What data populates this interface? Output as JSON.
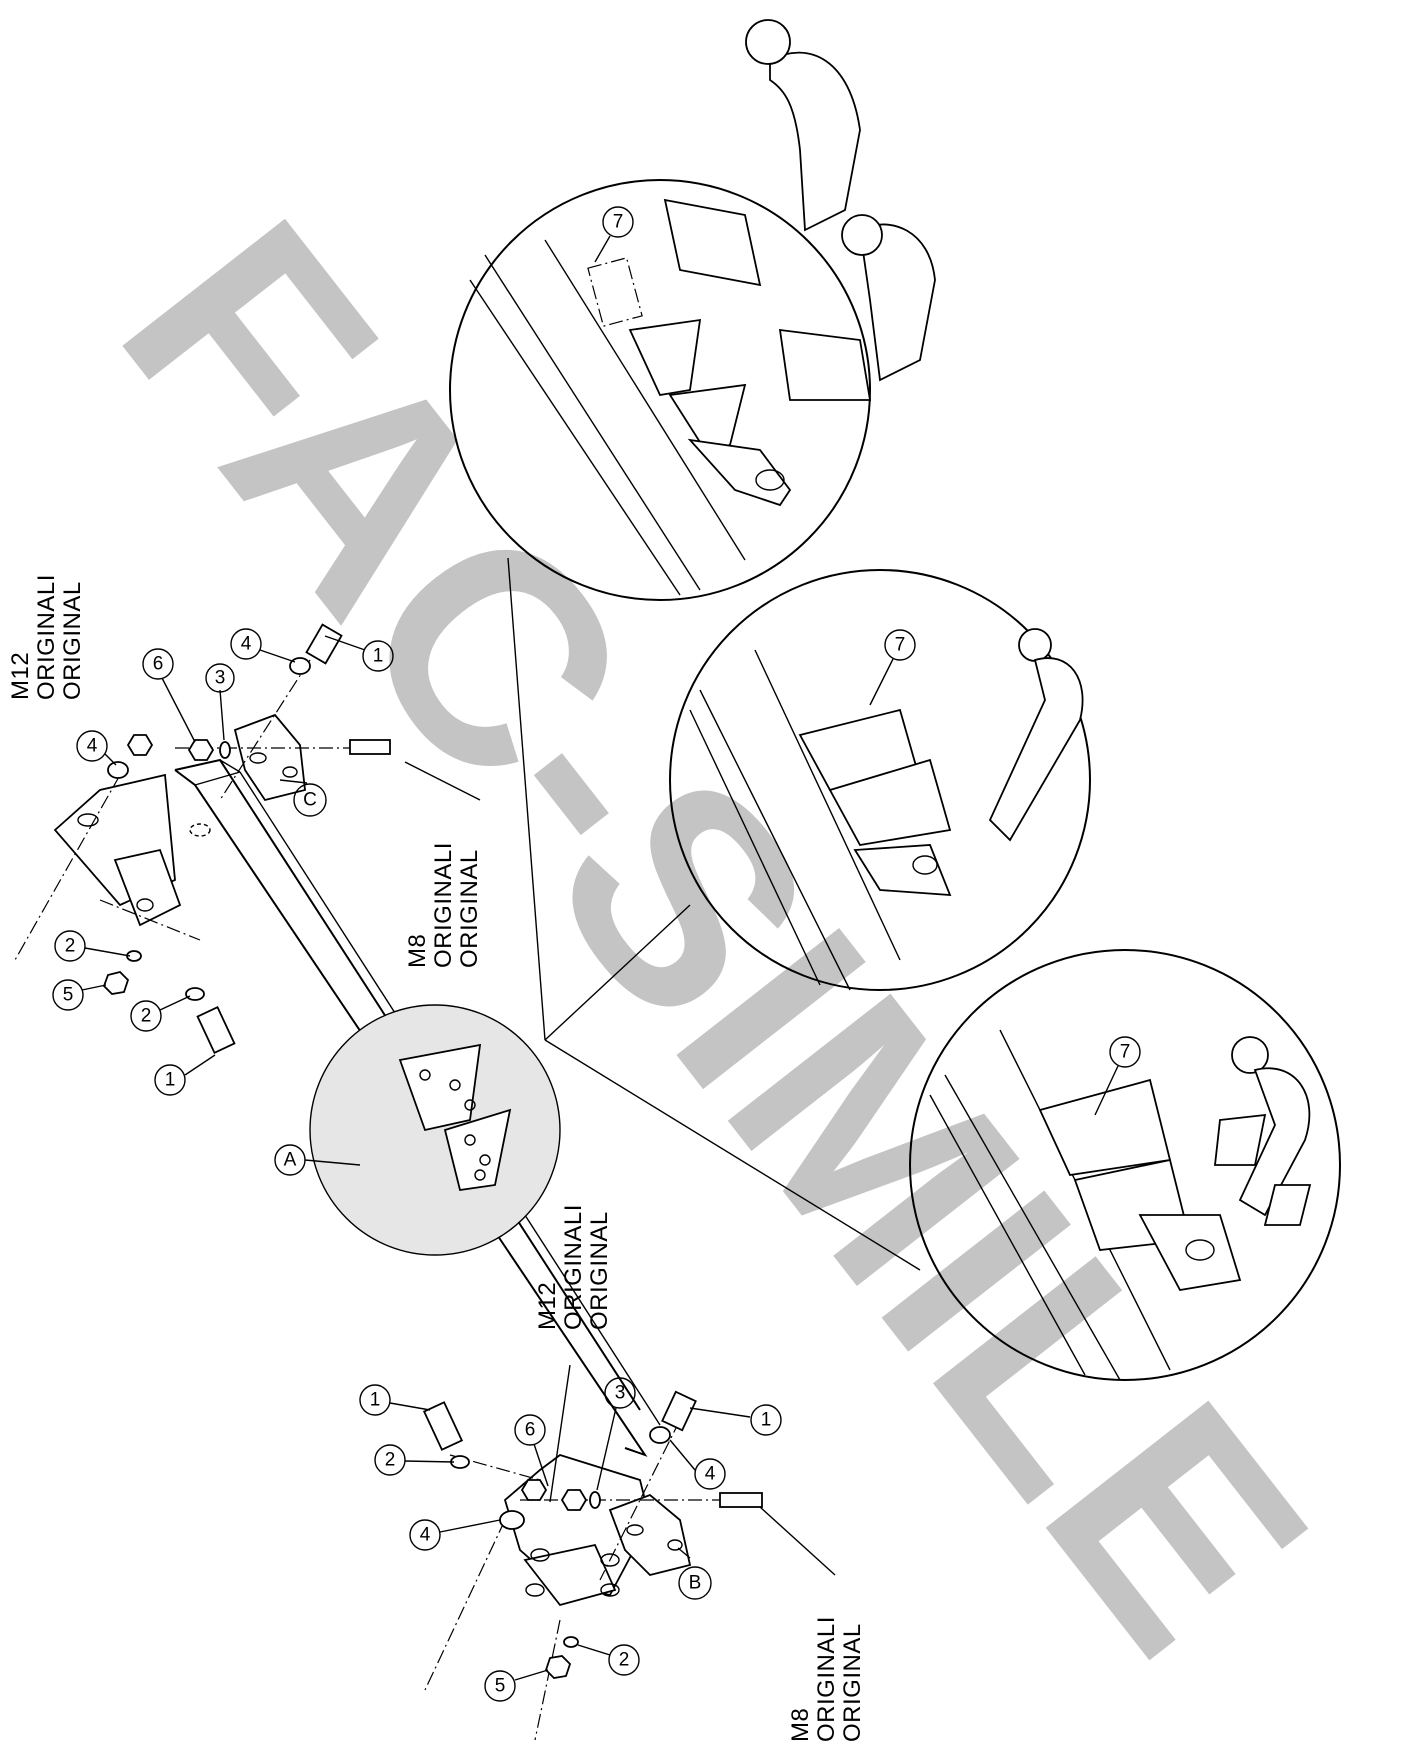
{
  "watermark": {
    "text": "FAC-SIMILE",
    "color": "#c4c4c4"
  },
  "fastener_notes": {
    "m12_upper": {
      "size": "M12",
      "line1": "ORIGINALI",
      "line2": "ORIGINAL"
    },
    "m8_upper": {
      "size": "M8",
      "line1": "ORIGINALI",
      "line2": "ORIGINAL"
    },
    "m12_lower": {
      "size": "M12",
      "line1": "ORIGINALI",
      "line2": "ORIGINAL"
    },
    "m8_lower": {
      "size": "M8",
      "line1": "ORIGINALI",
      "line2": "ORIGINAL"
    }
  },
  "part_letters": {
    "main_bar": "A",
    "bracket_right": "B",
    "bracket_left": "C"
  },
  "callouts": {
    "bolt": "1",
    "lock_washer": "2",
    "spring_washer": "3",
    "flat_washer": "4",
    "nut_large": "5",
    "nut_small": "6",
    "ball_coupling": "7"
  }
}
